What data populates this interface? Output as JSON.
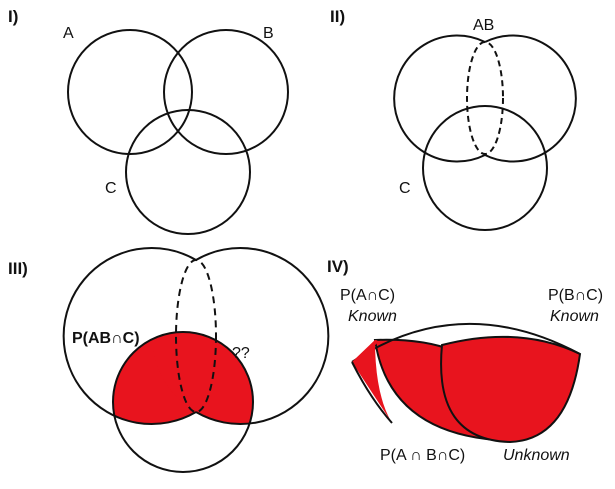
{
  "colors": {
    "fill_red": "#e8141e",
    "stroke": "#111111",
    "background": "#ffffff"
  },
  "panel1": {
    "roman": "I)",
    "label_a": "A",
    "label_b": "B",
    "label_c": "C"
  },
  "panel2": {
    "roman": "II)",
    "label_ab": "AB",
    "label_c": "C"
  },
  "panel3": {
    "roman": "III)",
    "label_p": "P(AB∩C)",
    "label_q": "??"
  },
  "panel4": {
    "roman": "IV)",
    "label_ac": "P(A∩C)",
    "label_ac_status": "Known",
    "label_bc": "P(B∩C)",
    "label_bc_status": "Known",
    "label_abc_prefix": "P(A ∩ B∩C)",
    "label_abc_status": "Unknown"
  }
}
